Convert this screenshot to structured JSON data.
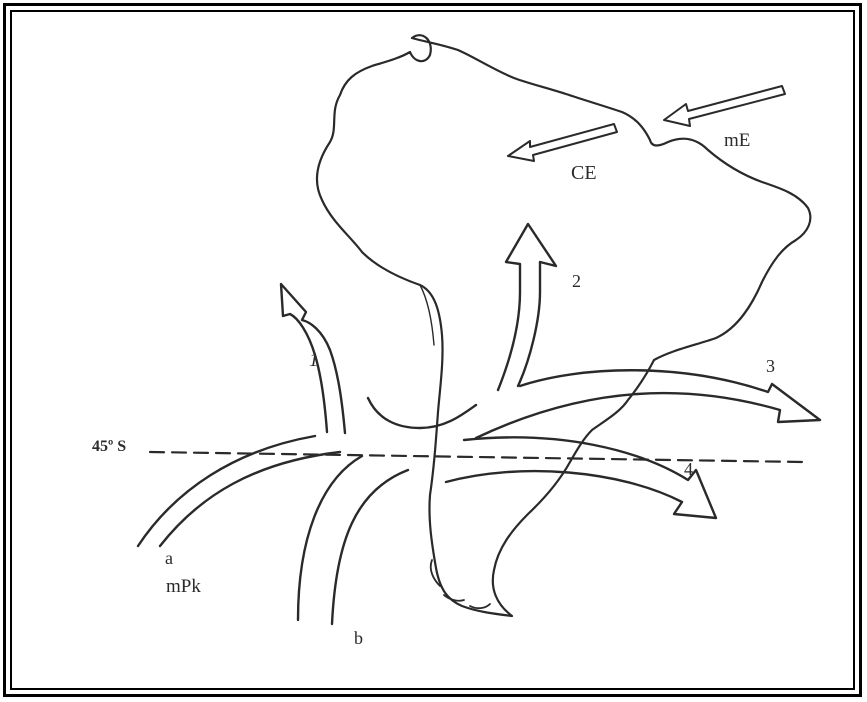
{
  "diagram": {
    "latitude_label": "45º S",
    "air_masses": {
      "ce": "CE",
      "me": "mE",
      "mpk": "mPk"
    },
    "currents": {
      "a": "a",
      "b": "b",
      "one": "1",
      "two": "2",
      "three": "3",
      "four": "4"
    },
    "colors": {
      "ink": "#2a2a2a",
      "frame": "#000000",
      "background": "#ffffff"
    }
  }
}
